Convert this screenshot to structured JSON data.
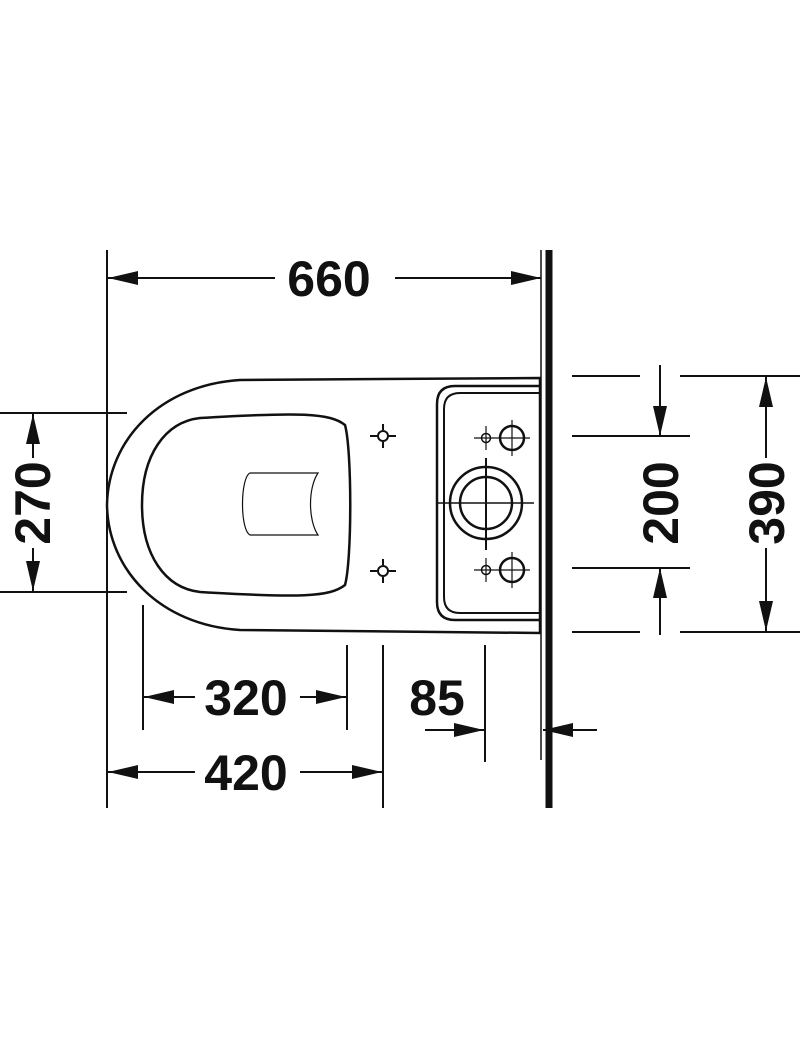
{
  "drawing": {
    "type": "toilet top view dimension drawing",
    "line_color": "#111111",
    "dimensions": {
      "overall_length": "660",
      "bowl_width": "270",
      "inlet_spacing": "200",
      "overall_width": "390",
      "fixing_distance": "320",
      "outlet_distance": "420",
      "wall_offset": "85"
    }
  }
}
